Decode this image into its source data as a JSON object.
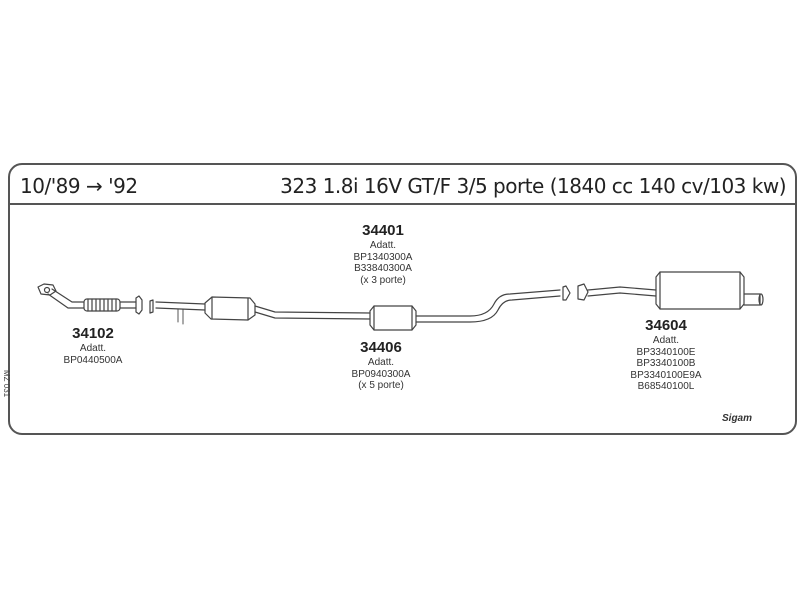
{
  "header": {
    "years": "10/'89 → '92",
    "model": "323 1.8i 16V GT/F 3/5 porte (1840 cc 140 cv/103 kw)"
  },
  "side_code": "MZ 031",
  "brand": "Sigam",
  "parts": [
    {
      "code": "34401",
      "lines": [
        "Adatt.",
        "BP1340300A",
        "B33840300A",
        "(x 3 porte)"
      ]
    },
    {
      "code": "34102",
      "lines": [
        "Adatt.",
        "BP0440500A"
      ]
    },
    {
      "code": "34406",
      "lines": [
        "Adatt.",
        "BP0940300A",
        "(x 5 porte)"
      ]
    },
    {
      "code": "34604",
      "lines": [
        "Adatt.",
        "BP3340100E",
        "BP3340100B",
        "BP3340100E9A",
        "B68540100L"
      ]
    }
  ]
}
